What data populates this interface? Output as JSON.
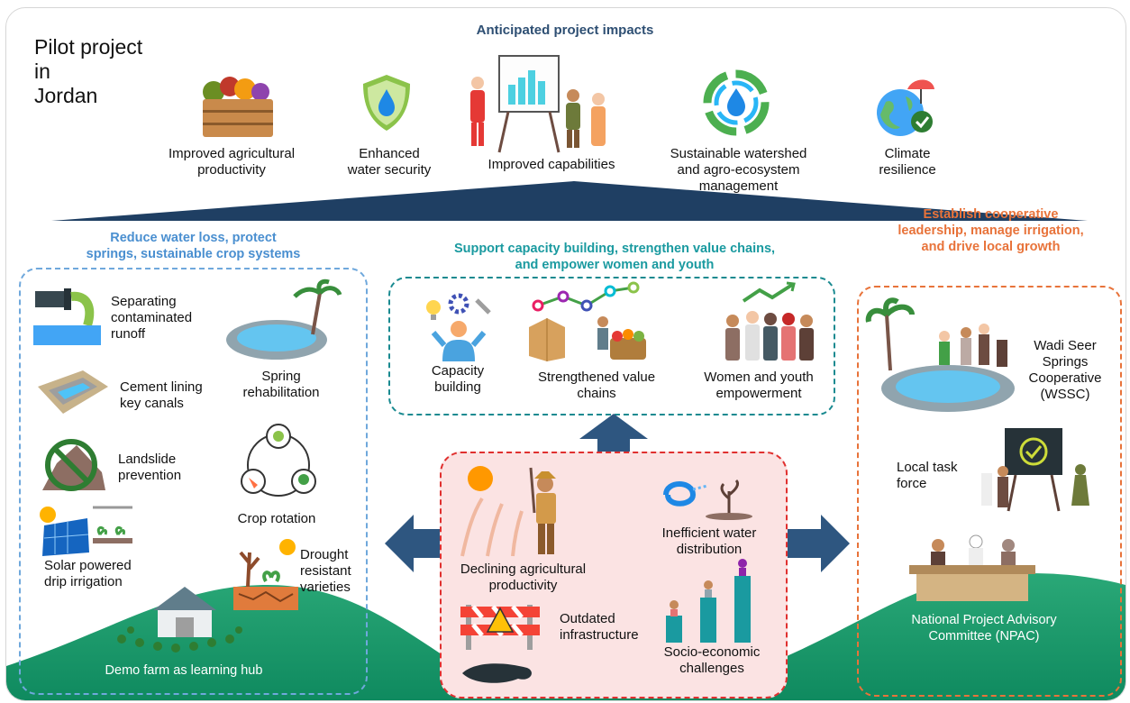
{
  "title": "Pilot project in Jordan",
  "title_lines": [
    "Pilot project",
    "in",
    "Jordan"
  ],
  "impacts": {
    "header": "Anticipated project impacts",
    "items": [
      {
        "label": "Improved agricultural productivity",
        "lines": [
          "Improved agricultural",
          "productivity"
        ],
        "icon": "vegetable-crate-icon"
      },
      {
        "label": "Enhanced water security",
        "lines": [
          "Enhanced",
          "water security"
        ],
        "icon": "water-shield-icon"
      },
      {
        "label": "Improved capabilities",
        "lines": [
          "Improved capabilities"
        ],
        "icon": "presentation-board-icon"
      },
      {
        "label": "Sustainable watershed and agro-ecosystem management",
        "lines": [
          "Sustainable watershed",
          "and agro-ecosystem",
          "management"
        ],
        "icon": "water-cycle-icon"
      },
      {
        "label": "Climate resilience",
        "lines": [
          "Climate",
          "resilience"
        ],
        "icon": "globe-umbrella-icon"
      }
    ]
  },
  "left_section": {
    "header": "Reduce water loss, protect springs, sustainable crop systems",
    "header_lines": [
      "Reduce water loss, protect",
      "springs, sustainable crop systems"
    ],
    "color": "#6fa8dc",
    "items": [
      {
        "label": "Separating contaminated runoff",
        "lines": [
          "Separating",
          "contaminated",
          "runoff"
        ],
        "icon": "runoff-pipe-icon"
      },
      {
        "label": "Spring rehabilitation",
        "lines": [
          "Spring",
          "rehabilitation"
        ],
        "icon": "spring-pond-icon"
      },
      {
        "label": "Cement lining key canals",
        "lines": [
          "Cement lining",
          "key canals"
        ],
        "icon": "canal-icon"
      },
      {
        "label": "Landslide prevention",
        "lines": [
          "Landslide",
          "prevention"
        ],
        "icon": "landslide-icon"
      },
      {
        "label": "Crop rotation",
        "lines": [
          "Crop rotation"
        ],
        "icon": "crop-rotation-icon"
      },
      {
        "label": "Solar powered drip irrigation",
        "lines": [
          "Solar powered",
          "drip irrigation"
        ],
        "icon": "solar-panel-icon"
      },
      {
        "label": "Drought resistant varieties",
        "lines": [
          "Drought",
          "resistant",
          "varieties"
        ],
        "icon": "drought-plant-icon"
      },
      {
        "label": "Demo farm as learning hub",
        "lines": [
          "Demo farm as learning hub"
        ],
        "icon": "farm-barn-icon"
      }
    ]
  },
  "center_section": {
    "header": "Support capacity building, strengthen value chains, and empower women and youth",
    "header_lines": [
      "Support capacity building, strengthen value chains,",
      "and empower women and youth"
    ],
    "color": "#1a9aa0",
    "items": [
      {
        "label": "Capacity building",
        "lines": [
          "Capacity",
          "building"
        ],
        "icon": "capacity-person-icon"
      },
      {
        "label": "Strengthened value chains",
        "lines": [
          "Strengthened value",
          "chains"
        ],
        "icon": "value-chain-icon"
      },
      {
        "label": "Women and youth empowerment",
        "lines": [
          "Women and youth",
          "empowerment"
        ],
        "icon": "group-people-icon"
      }
    ]
  },
  "right_section": {
    "header": "Establish cooperative leadership, manage irrigation, and drive local growth",
    "header_lines": [
      "Establish cooperative",
      "leadership, manage irrigation,",
      "and drive local growth"
    ],
    "color": "#e8733a",
    "items": [
      {
        "label": "Wadi Seer Springs Cooperative (WSSC)",
        "lines": [
          "Wadi Seer",
          "Springs",
          "Cooperative",
          "(WSSC)"
        ],
        "icon": "cooperative-people-icon"
      },
      {
        "label": "Local task force",
        "lines": [
          "Local task",
          "force"
        ],
        "icon": "task-board-icon"
      },
      {
        "label": "National Project Advisory Committee (NPAC)",
        "lines": [
          "National Project Advisory",
          "Committee (NPAC)"
        ],
        "icon": "committee-table-icon"
      }
    ]
  },
  "challenges": {
    "color": "#e0302f",
    "items": [
      {
        "label": "Declining agricultural productivity",
        "lines": [
          "Declining agricultural",
          "productivity"
        ],
        "icon": "drought-farmer-icon"
      },
      {
        "label": "Inefficient water distribution",
        "lines": [
          "Inefficient water",
          "distribution"
        ],
        "icon": "hose-seedling-icon"
      },
      {
        "label": "Outdated infrastructure",
        "lines": [
          "Outdated",
          "infrastructure"
        ],
        "icon": "road-barrier-icon"
      },
      {
        "label": "Socio-economic challenges",
        "lines": [
          "Socio-economic",
          "challenges"
        ],
        "icon": "bar-people-icon"
      }
    ]
  },
  "colors": {
    "impact_header": "#2e4f73",
    "roof": "#1f3f63",
    "arrow": "#2e5680",
    "hill": "#1a9c6e",
    "challenge_bg": "#fbe3e3"
  }
}
